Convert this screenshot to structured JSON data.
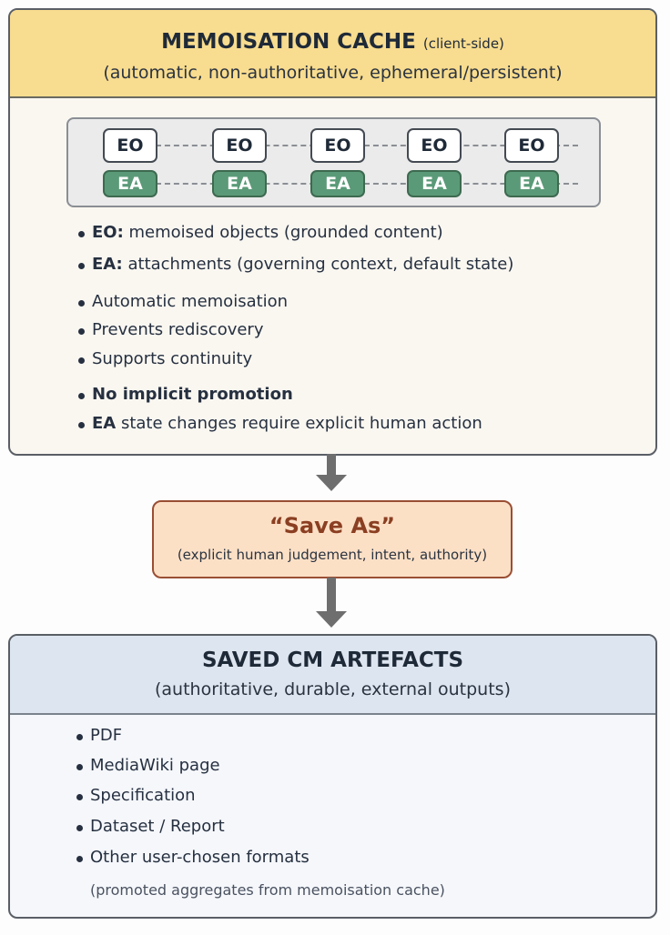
{
  "cache": {
    "title": "MEMOISATION CACHE",
    "title_note": "(client-side)",
    "subtitle": "(automatic, non-authoritative, ephemeral/persistent)",
    "objects": [
      "EO",
      "EO",
      "EO",
      "EO",
      "EO"
    ],
    "attachments": [
      "EA",
      "EA",
      "EA",
      "EA",
      "EA"
    ],
    "definitions": [
      {
        "term": "EO:",
        "text": " memoised objects (grounded content)"
      },
      {
        "term": "EA:",
        "text": " attachments (governing context, default state)"
      }
    ],
    "features": [
      "Automatic memoisation",
      "Prevents rediscovery",
      "Supports continuity"
    ],
    "rules": [
      {
        "term": "No implicit promotion",
        "text": ""
      },
      {
        "term": "EA",
        "text": " state changes require explicit human action"
      }
    ]
  },
  "save_as": {
    "title": "“Save As”",
    "subtitle": "(explicit human judgement, intent, authority)"
  },
  "artefacts": {
    "title": "SAVED CM ARTEFACTS",
    "subtitle": "(authoritative, durable, external outputs)",
    "items": [
      "PDF",
      "MediaWiki page",
      "Specification",
      "Dataset / Report",
      "Other user-chosen formats"
    ],
    "note": "(promoted aggregates from memoisation cache)"
  },
  "colors": {
    "cache_header": "#f8dc8f",
    "attachment": "#5b9a78",
    "save_as": "#fce0c6",
    "artefacts_header": "#dde5f0"
  }
}
